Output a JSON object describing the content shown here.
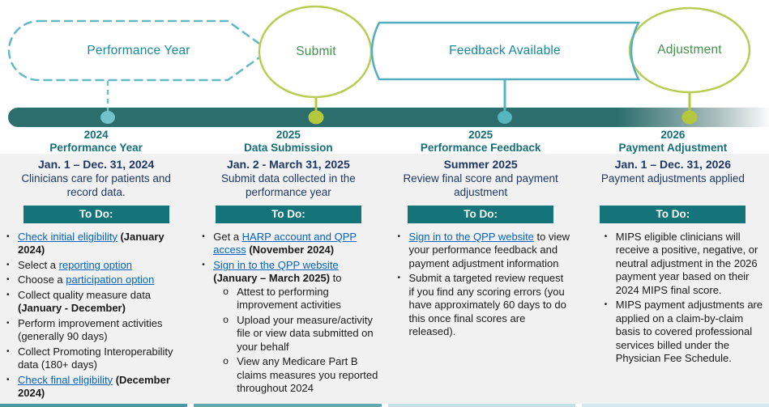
{
  "timeline": {
    "stages": [
      {
        "label": "Performance Year",
        "shape": "dashed-rounded-arrow",
        "border_color": "#62bac3",
        "text_color": "#148a9b"
      },
      {
        "label": "Submit",
        "shape": "ellipse",
        "border_color": "#b9cc53",
        "text_color": "#44914e"
      },
      {
        "label": "Feedback Available",
        "shape": "pinched-banner",
        "border_color": "#52aebc",
        "text_color": "#148a9b"
      },
      {
        "label": "Adjustment",
        "shape": "ellipse",
        "border_color": "#b9cc53",
        "text_color": "#44914e"
      }
    ],
    "bar": {
      "solid_color": "#2c6e6e",
      "fade_color": "#fbfbfb"
    },
    "markers": [
      {
        "color": "#74c2c9",
        "stem": "dashed"
      },
      {
        "color": "#b5c83d",
        "stem": "solid"
      },
      {
        "color": "#57b5bd",
        "stem": "solid"
      },
      {
        "color": "#b5c83d",
        "stem": "solid"
      }
    ]
  },
  "milestones": [
    {
      "year": "2024",
      "label": "Performance Year"
    },
    {
      "year": "2025",
      "label": "Data Submission"
    },
    {
      "year": "2025",
      "label": "Performance Feedback"
    },
    {
      "year": "2026",
      "label": "Payment Adjustment"
    }
  ],
  "columns": [
    {
      "date": "Jan. 1 – Dec. 31, 2024",
      "description": "Clinicians care for patients and record data.",
      "todo_label": "To Do:",
      "items": [
        {
          "segments": [
            {
              "text": "Check initial eligibility",
              "style": "link"
            },
            {
              "text": " ",
              "style": "plain"
            },
            {
              "text": "(January 2024)",
              "style": "bold"
            }
          ]
        },
        {
          "segments": [
            {
              "text": "Select a ",
              "style": "plain"
            },
            {
              "text": "reporting option",
              "style": "link"
            }
          ]
        },
        {
          "segments": [
            {
              "text": "Choose a ",
              "style": "plain"
            },
            {
              "text": "participation option",
              "style": "link"
            }
          ]
        },
        {
          "segments": [
            {
              "text": "Collect quality measure data ",
              "style": "plain"
            },
            {
              "text": "(January - December)",
              "style": "bold"
            }
          ]
        },
        {
          "segments": [
            {
              "text": "Perform improvement activities (generally 90 days)",
              "style": "plain"
            }
          ]
        },
        {
          "segments": [
            {
              "text": "Collect Promoting Interoperability data (180+ days)",
              "style": "plain"
            }
          ]
        },
        {
          "segments": [
            {
              "text": "Check final eligibility",
              "style": "link"
            },
            {
              "text": " ",
              "style": "plain"
            },
            {
              "text": "(December 2024)",
              "style": "bold"
            }
          ]
        }
      ]
    },
    {
      "date": "Jan. 2 - March 31, 2025",
      "description": "Submit data collected in the performance year",
      "todo_label": "To Do:",
      "items": [
        {
          "segments": [
            {
              "text": "Get a ",
              "style": "plain"
            },
            {
              "text": "HARP account and QPP access",
              "style": "link"
            },
            {
              "text": " ",
              "style": "plain"
            },
            {
              "text": "(November 2024)",
              "style": "bold"
            }
          ]
        },
        {
          "segments": [
            {
              "text": "Sign in to the QPP website",
              "style": "link"
            },
            {
              "text": " ",
              "style": "plain"
            },
            {
              "text": "(January – March 2025)",
              "style": "bold"
            },
            {
              "text": " to",
              "style": "plain"
            }
          ],
          "sub_items": [
            {
              "segments": [
                {
                  "text": "Attest to performing improvement activities",
                  "style": "plain"
                }
              ]
            },
            {
              "segments": [
                {
                  "text": "Upload your measure/activity file or view data submitted on your behalf",
                  "style": "plain"
                }
              ]
            },
            {
              "segments": [
                {
                  "text": "View any Medicare Part B claims measures you reported throughout 2024",
                  "style": "plain"
                }
              ]
            }
          ]
        }
      ]
    },
    {
      "date": "Summer 2025",
      "description": "Review final score and payment adjustment",
      "todo_label": "To Do:",
      "items": [
        {
          "segments": [
            {
              "text": "Sign in to the QPP website",
              "style": "link"
            },
            {
              "text": " to view your performance feedback and payment adjustment information",
              "style": "plain"
            }
          ]
        },
        {
          "segments": [
            {
              "text": "Submit a targeted review request if you find any scoring errors (you have approximately 60 days to do this once final scores are released).",
              "style": "plain"
            }
          ]
        }
      ]
    },
    {
      "date": "Jan. 1 – Dec. 31, 2026",
      "description": "Payment adjustments applied",
      "todo_label": "To Do:",
      "items": [
        {
          "segments": [
            {
              "text": "MIPS eligible clinicians will receive a positive, negative, or neutral adjustment in the 2026 payment year based on their 2024 MIPS final score.",
              "style": "plain"
            }
          ]
        },
        {
          "segments": [
            {
              "text": "MIPS payment adjustments are applied on a claim-by-claim basis to covered professional services billed under the Physician Fee Schedule.",
              "style": "plain"
            }
          ]
        }
      ]
    }
  ],
  "colors": {
    "todo_bg": "#15747a",
    "heading_teal": "#146e78",
    "heading_navy": "#1f3864",
    "link_blue": "#0563c1",
    "body_text": "#1a1a1a",
    "content_bg": "#f1f1f2",
    "bottom_segments": [
      "#4a98a2",
      "#63a9b2",
      "#c3e2e8",
      "#d4eaee"
    ]
  }
}
